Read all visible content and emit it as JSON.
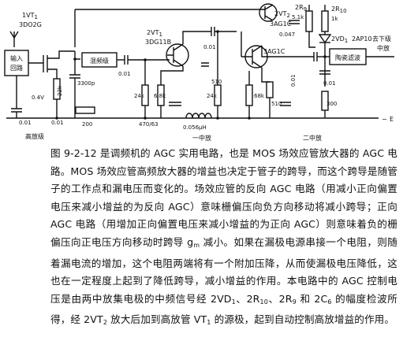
{
  "diagram": {
    "transistor_1": {
      "ref": "1VT",
      "sub": "1",
      "model": "3DO2G"
    },
    "transistor_2": {
      "ref": "2VT",
      "sub": "1",
      "model": "3DG11B"
    },
    "transistor_3": {
      "ref": "2VT",
      "sub": "2",
      "model": "3AG1C"
    },
    "transistor_4": {
      "model": "3AG1C"
    },
    "blocks": {
      "input_circuit_line1": "输入",
      "input_circuit_line2": "回路",
      "mixer": "混频级",
      "ceramic_filter": "陶瓷滤波"
    },
    "components": {
      "c_3300p": "3300p",
      "r_22k": "22k",
      "v_04v": "0.4V",
      "c_001_a": "0.01",
      "c_001_b": "0.01",
      "c_001_c": "0.01",
      "c_001_d": "0.01",
      "c_001_e": "0.01",
      "c_001_f": "0.01",
      "c_0047": "0.047",
      "r_200": "200",
      "r_24k_a": "24k",
      "r_68k_a": "6.8k",
      "r_470": "470/63",
      "r_24k_b": "24k",
      "r_68k_b": "68k",
      "r_510_a": "510",
      "r_510_b": "510",
      "r_300": "300",
      "coil": "0.056μH",
      "r9_value": "5.1k",
      "r10_value": "1k",
      "diode": "2AP10",
      "r9_ref": "2R",
      "r9_sub": "9",
      "r10_ref": "2R",
      "r10_sub": "10",
      "diode_ref": "2VD",
      "diode_sub": "1"
    },
    "stage_labels": {
      "high_amp": "高放级",
      "first_if": "一中放",
      "second_if": "二中放",
      "to_next": "去下级",
      "to_next2": "中放",
      "terminal_e": "E",
      "wire_minus": "−"
    }
  },
  "caption": {
    "fig_prefix": "图 9-2-12 是调频机的 AGC 实用电路，也是 MOS 场效应管放大器的 AGC 电路。MOS 场效应管高频放大器的增益也决定于管子的跨导，而这个跨导是随管子的工作点和漏电压而变化的。场效应管的反向 AGC 电路（用减小正向偏置电压来减小增益的为反向 AGC）意味栅偏压向负方向移动将减小跨导；正向 AGC 电路（用增加正向偏置电压来减小增益的为正向 AGC）则意味着负的栅偏压向正电压方向移动时跨导 g",
    "gm_sub": "m",
    "fig_mid": " 减小。如果在漏极电源串接一个电阻，则随着漏电流的增加，这个电阻两端将有一个附加压降，从而使漏极电压降低，这也在一定程度上起到了降低跨导，减小增益的作用。本电路中的 AGC 控制电压是由两中放集电极的中频信号经 2VD",
    "vd_sub": "1",
    "sep1": "、2R",
    "r10_sub": "10",
    "sep2": "、2R",
    "r9_sub": "9",
    "sep3": " 和 2C",
    "c6_sub": "6",
    "fig_mid2": " 的幅度检波所得，经 2VT",
    "vt2_sub": "2",
    "fig_mid3": " 放大后加到高放管 VT",
    "vt1_sub": "1",
    "fig_end": " 的源极，起到自动控制高放增益的作用。"
  }
}
